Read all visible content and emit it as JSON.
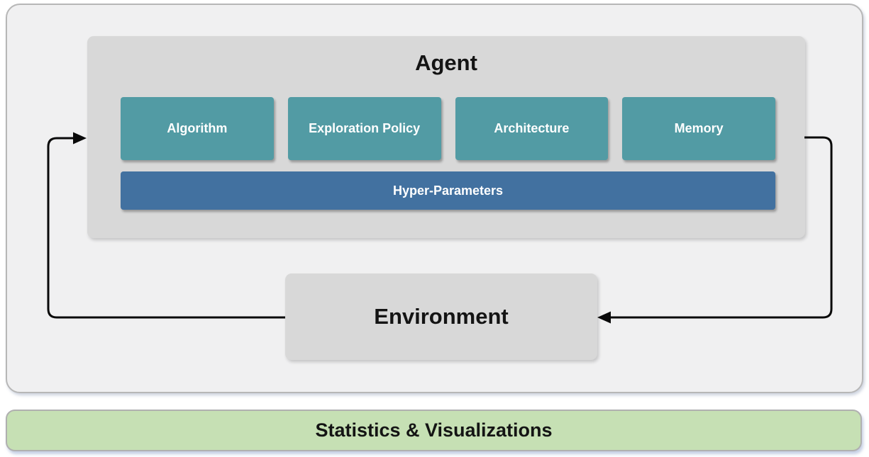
{
  "diagram": {
    "agent": {
      "title": "Agent",
      "modules": [
        {
          "label": "Algorithm"
        },
        {
          "label": "Exploration Policy"
        },
        {
          "label": "Architecture"
        },
        {
          "label": "Memory"
        }
      ],
      "hyper_parameters_label": "Hyper-Parameters"
    },
    "environment": {
      "title": "Environment"
    },
    "footer": {
      "label": "Statistics & Visualizations"
    }
  },
  "colors": {
    "module_teal": "#529ba4",
    "hyper_parameters_blue": "#4271a0",
    "panel_gray": "#d8d8d8",
    "outer_background": "#f0f0f1",
    "outer_border": "#b7b7b7",
    "footer_green": "#c6e0b4",
    "footer_border": "#b0b0b0",
    "arrow_black": "#0a0a0a",
    "label_white": "#ffffff",
    "label_black": "#141414"
  }
}
